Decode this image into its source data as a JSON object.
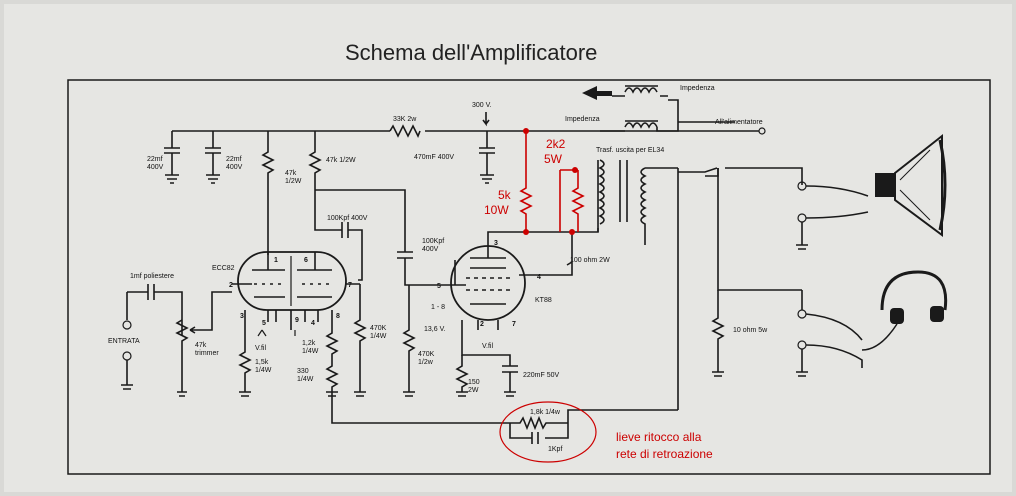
{
  "title": "Schema dell'Amplificatore",
  "labels": {
    "c22a": [
      "22mf",
      "400V"
    ],
    "c22b": [
      "22mf",
      "400V"
    ],
    "r33k": "33K 2w",
    "hv": "300 V.",
    "c470": "470mF 400V",
    "r47k_v": [
      "47k",
      "1/2W"
    ],
    "r47k_h": "47k 1/2W",
    "c100a": "100Kpf 400V",
    "c100b": [
      "100Kpf",
      "400V"
    ],
    "imp1": "Impedenza",
    "imp2": "Impedenza",
    "psu": "All'alimentatore",
    "xfmr": "Trasf. uscita per EL34",
    "ecc": "ECC82",
    "kt": "KT88",
    "cin": "1mf poliestere",
    "trim": [
      "47k",
      "trimmer"
    ],
    "entrata": "ENTRATA",
    "r15k": [
      "1,5k",
      "1/4W"
    ],
    "r12k": [
      "1,2k",
      "1/4W"
    ],
    "r330": [
      "330",
      "1/4W"
    ],
    "r470a": [
      "470K",
      "1/4W"
    ],
    "r470b": [
      "470K",
      "1/2w"
    ],
    "r150": [
      "150",
      "2W"
    ],
    "c220": "220mF 50V",
    "r100": "100 ohm 2W",
    "r10": "10 ohm 5w",
    "bias": [
      "1 - 8",
      "13,6 V."
    ],
    "vfil1": "V.fil",
    "vfil2": "V.fil",
    "rfb": "1,8k 1/4w",
    "cfb": "1Kpf",
    "pins": [
      "1",
      "6",
      "2",
      "7",
      "3",
      "5",
      "9",
      "4",
      "8",
      "3",
      "5",
      "4",
      "2",
      "7"
    ]
  },
  "red": {
    "r5k": [
      "5k",
      "10W"
    ],
    "r2k2": [
      "2k2",
      "5W"
    ],
    "note": [
      "lieve ritocco alla",
      "rete di retroazione"
    ]
  },
  "colors": {
    "paper": "#e6e6e3",
    "ink": "#1a1a1a",
    "red": "#cc0000"
  }
}
